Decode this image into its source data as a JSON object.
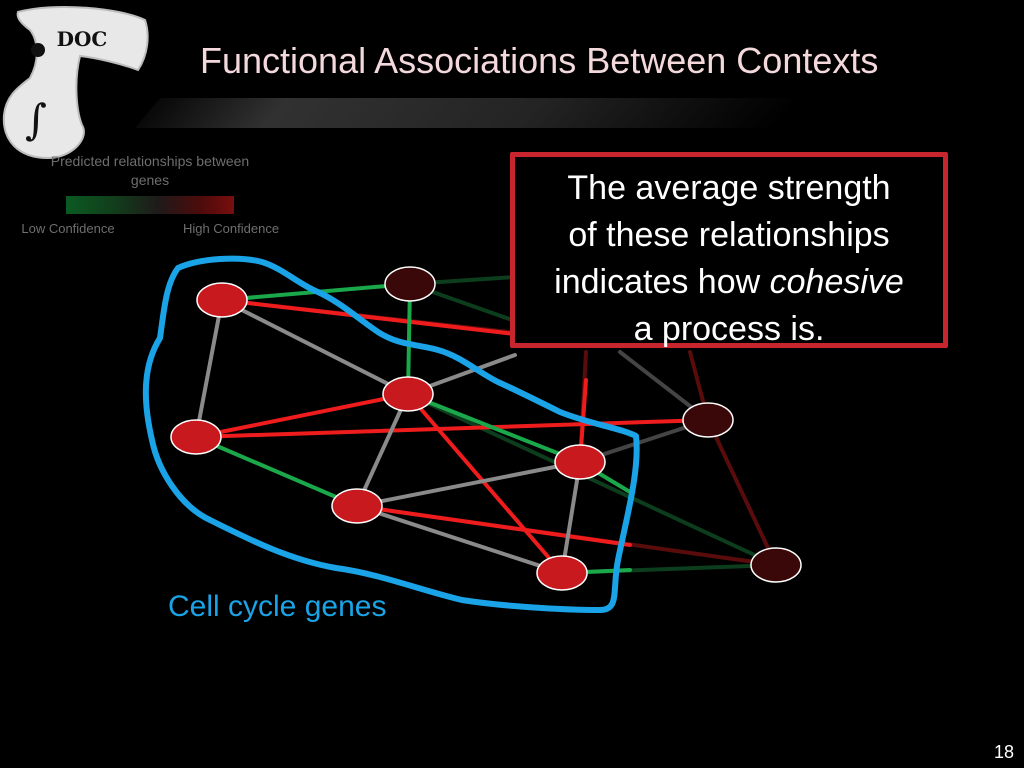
{
  "slide": {
    "title": "Functional Associations Between Contexts",
    "slide_number": "18",
    "logo_text": "DOC"
  },
  "legend": {
    "caption": "Predicted relationships between genes",
    "low_label": "Low Confidence",
    "high_label": "High Confidence",
    "colors": {
      "low": "#0b5a22",
      "high": "#7a0e0e"
    }
  },
  "callout": {
    "line1": "The average strength",
    "line2": "of these relationships",
    "line3_prefix": "indicates how ",
    "line3_emphasis": "cohesive",
    "line4": "a process is."
  },
  "cluster": {
    "label": "Cell cycle genes",
    "color": "#1aa3e6"
  },
  "network": {
    "node_colors": {
      "in_cluster": "#c8191f",
      "outside": "#3a0808"
    },
    "edge_colors": {
      "strong_red": "#ee1c1c",
      "green": "#1aa84a",
      "gray": "#8a8a8a",
      "dark_red": "#5a0c0c",
      "dark_green": "#0c3d1c",
      "dark_gray": "#444444"
    }
  }
}
